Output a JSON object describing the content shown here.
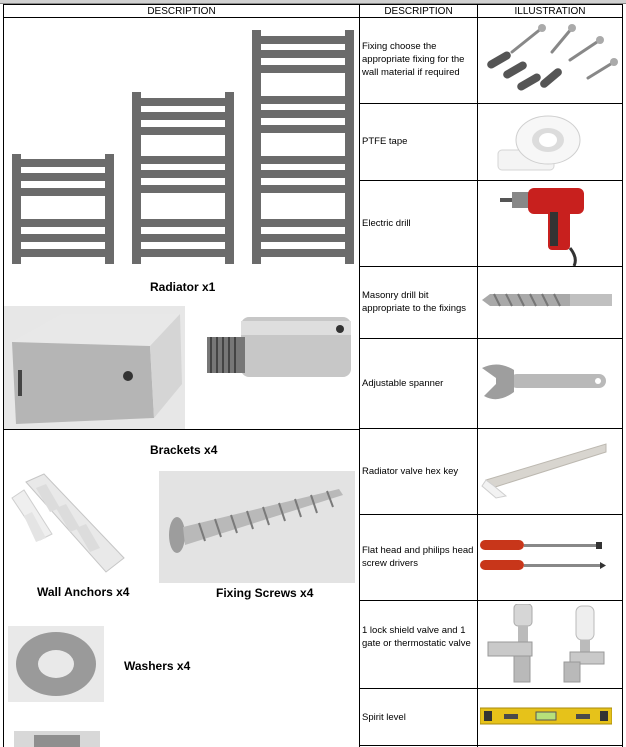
{
  "header": {
    "left_description": "DESCRIPTION",
    "right_description": "DESCRIPTION",
    "illustration": "ILLUSTRATION"
  },
  "components": {
    "radiator": "Radiator x1",
    "brackets": "Brackets x4",
    "wall_anchors": "Wall Anchors x4",
    "fixing_screws": "Fixing Screws x4",
    "washers": "Washers x4"
  },
  "tools": [
    {
      "description": "Fixing choose the appropriate fixing for the wall material if required",
      "icon": "fixings-icon"
    },
    {
      "description": "PTFE tape",
      "icon": "ptfe-tape-icon"
    },
    {
      "description": "Electric drill",
      "icon": "electric-drill-icon"
    },
    {
      "description": "Masonry drill bit appropriate to the fixings",
      "icon": "drill-bit-icon"
    },
    {
      "description": "Adjustable spanner",
      "icon": "spanner-icon"
    },
    {
      "description": "Radiator valve hex key",
      "icon": "hex-key-icon"
    },
    {
      "description": "Flat head and philips head screw drivers",
      "icon": "screwdrivers-icon"
    },
    {
      "description": "1 lock shield valve and 1 gate or thermostatic valve",
      "icon": "valves-icon"
    },
    {
      "description": "Spirit level",
      "icon": "spirit-level-icon"
    }
  ],
  "colors": {
    "radiator_gray": "#6b6b6b",
    "drill_red": "#c8201e",
    "level_yellow": "#e6c21a",
    "screwdriver_red": "#c8361a"
  }
}
